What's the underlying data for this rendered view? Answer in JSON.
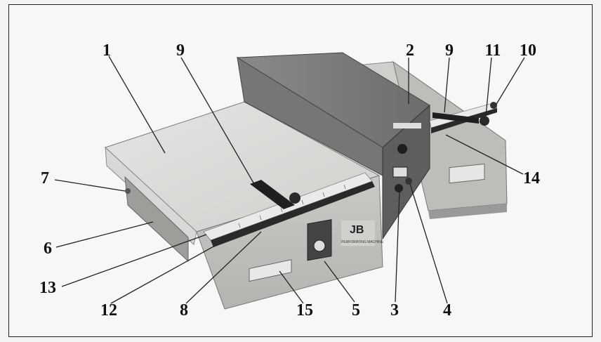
{
  "figure": {
    "brand_logo": "JB",
    "brand_text": "PERFORATING MACHINE",
    "callouts": [
      {
        "id": "c1",
        "text": "1"
      },
      {
        "id": "c2",
        "text": "2"
      },
      {
        "id": "c3",
        "text": "3"
      },
      {
        "id": "c4",
        "text": "4"
      },
      {
        "id": "c5",
        "text": "5"
      },
      {
        "id": "c6",
        "text": "6"
      },
      {
        "id": "c7",
        "text": "7"
      },
      {
        "id": "c8",
        "text": "8"
      },
      {
        "id": "c9a",
        "text": "9"
      },
      {
        "id": "c9b",
        "text": "9"
      },
      {
        "id": "c10",
        "text": "10"
      },
      {
        "id": "c11",
        "text": "11"
      },
      {
        "id": "c12",
        "text": "12"
      },
      {
        "id": "c13",
        "text": "13"
      },
      {
        "id": "c14",
        "text": "14"
      },
      {
        "id": "c15",
        "text": "15"
      }
    ]
  }
}
